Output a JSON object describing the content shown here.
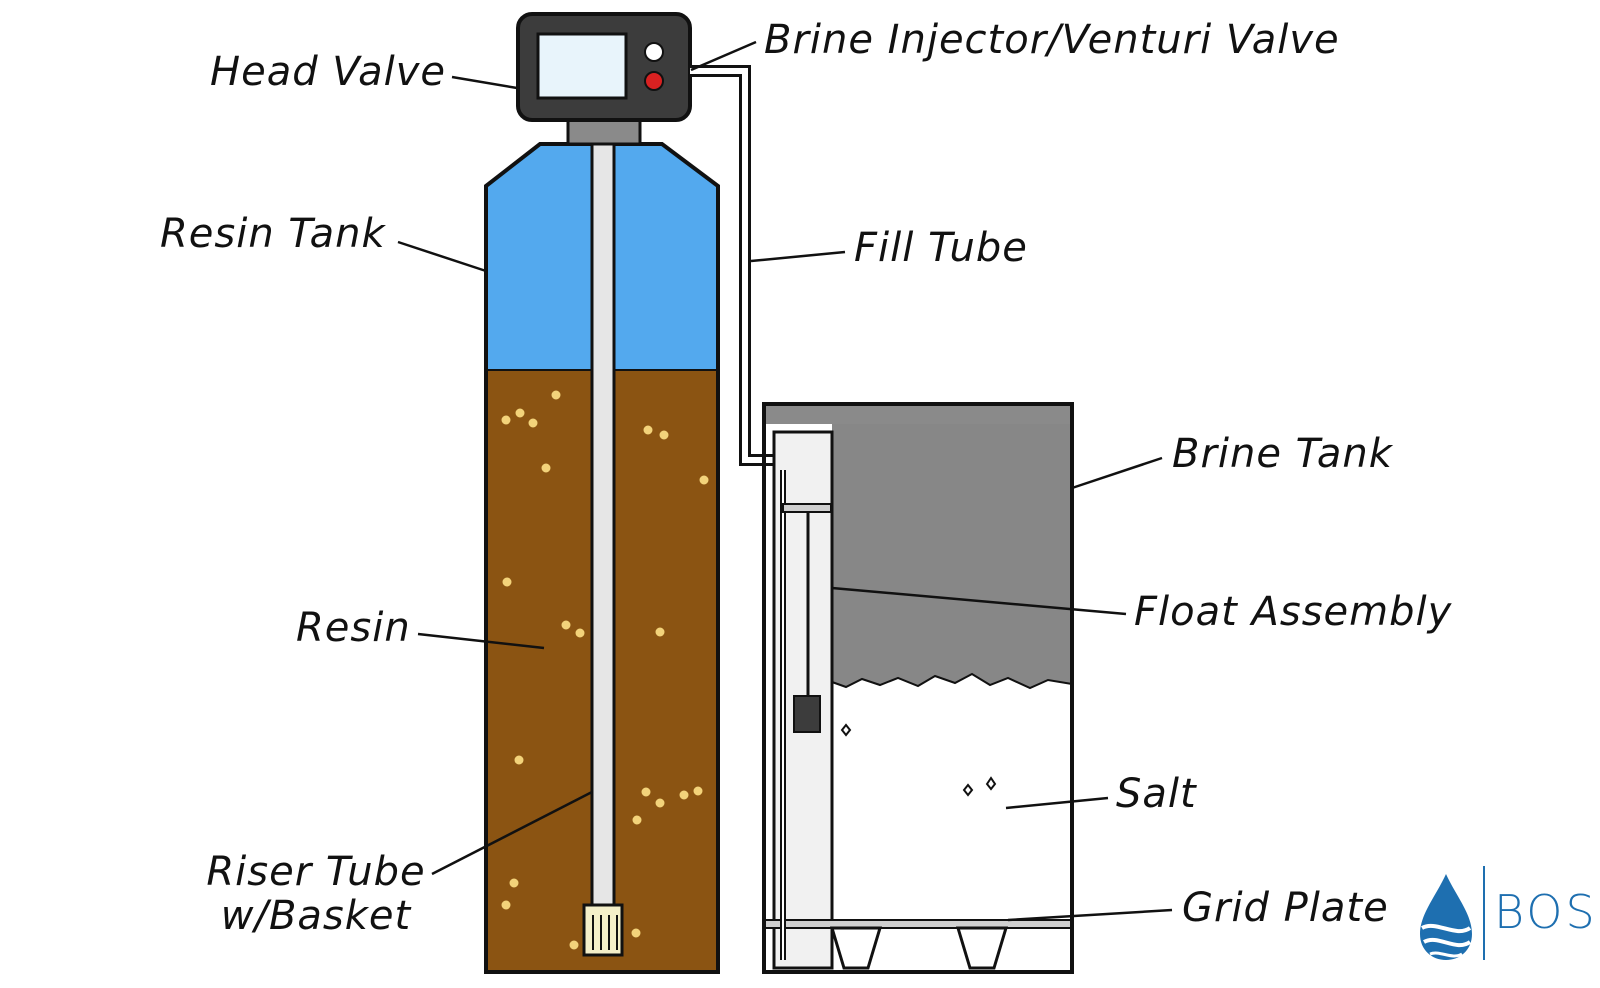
{
  "labels": {
    "head_valve": "Head Valve",
    "brine_injector": "Brine Injector/Venturi Valve",
    "resin_tank": "Resin Tank",
    "fill_tube": "Fill Tube",
    "brine_tank": "Brine Tank",
    "float_assembly": "Float Assembly",
    "resin": "Resin",
    "salt": "Salt",
    "riser_tube_line1": "Riser Tube",
    "riser_tube_line2": "w/Basket",
    "grid_plate": "Grid Plate"
  },
  "logo": {
    "text": "BOS"
  },
  "colors": {
    "water": "#53a9ee",
    "resin": "#8b5412",
    "resin_beads": "#f3d37a",
    "brine_tank_water": "#878787",
    "salt": "#ffffff",
    "outline": "#111111",
    "head_body": "#3c3c3c",
    "button_red": "#d92121",
    "logo": "#1e6fb0"
  }
}
